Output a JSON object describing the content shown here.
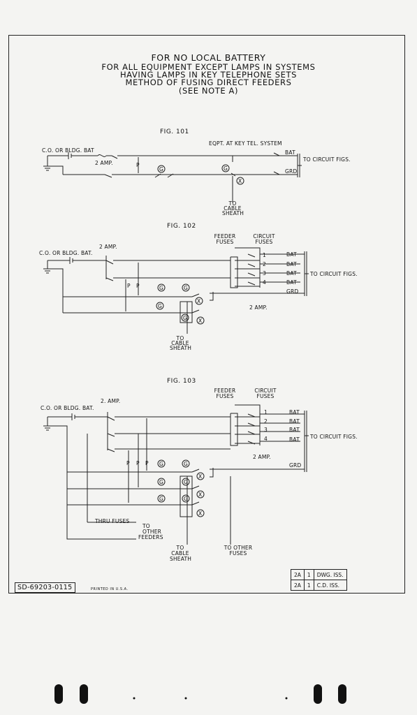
{
  "title": {
    "line1": "FOR NO LOCAL BATTERY",
    "line2": "FOR ALL EQUIPMENT EXCEPT LAMPS IN SYSTEMS",
    "line3": "HAVING LAMPS IN KEY TELEPHONE SETS",
    "line4": "METHOD OF FUSING DIRECT FEEDERS",
    "line5": "(SEE NOTE A)"
  },
  "fig101": {
    "caption": "FIG. 101",
    "eqpt_label": "EQPT. AT KEY TEL. SYSTEM",
    "source": "C.O. OR BLDG. BAT",
    "fuse": "2 AMP.",
    "p": "P",
    "bat": "BAT",
    "grd": "GRD",
    "to_circuit": "TO CIRCUIT FIGS.",
    "g": "G",
    "x": "X",
    "cable1": "TO",
    "cable2": "CABLE",
    "cable3": "SHEATH"
  },
  "fig102": {
    "caption": "FIG. 102",
    "source": "C.O. OR BLDG. BAT.",
    "fuse": "2 AMP.",
    "feeder1": "FEEDER",
    "feeder2": "FUSES",
    "circuit1": "CIRCUIT",
    "circuit2": "FUSES",
    "bat": "BAT",
    "grd": "GRD",
    "n1": "1",
    "n2": "2",
    "n3": "3",
    "n4": "4",
    "to_circuit": "TO CIRCUIT FIGS.",
    "p": "P",
    "g": "G",
    "x": "X",
    "amp2": "2 AMP.",
    "cable1": "TO",
    "cable2": "CABLE",
    "cable3": "SHEATH"
  },
  "fig103": {
    "caption": "FIG. 103",
    "source": "C.O. OR BLDG. BAT.",
    "fuse": "2. AMP.",
    "feeder1": "FEEDER",
    "feeder2": "FUSES",
    "circuit1": "CIRCUIT",
    "circuit2": "FUSES",
    "bat": "BAT",
    "grd": "GRD",
    "n1": "1",
    "n2": "2",
    "n3": "3",
    "n4": "4",
    "to_circuit": "TO CIRCUIT FIGS.",
    "amp2": "2 AMP.",
    "p": "P",
    "g": "G",
    "x": "X",
    "thru": "THRU FUSES",
    "other1": "TO",
    "other2": "OTHER",
    "other3": "FEEDERS",
    "cable1": "TO",
    "cable2": "CABLE",
    "cable3": "SHEATH",
    "ofuse1": "TO OTHER",
    "ofuse2": "FUSES"
  },
  "footer": {
    "drawing_number": "SD-69203-0115",
    "printed": "PRINTED IN U.S.A.",
    "rev_rows": [
      {
        "rev": "2A",
        "num": "1",
        "desc": "DWG. ISS."
      },
      {
        "rev": "2A",
        "num": "1",
        "desc": "C.D. ISS."
      }
    ]
  }
}
